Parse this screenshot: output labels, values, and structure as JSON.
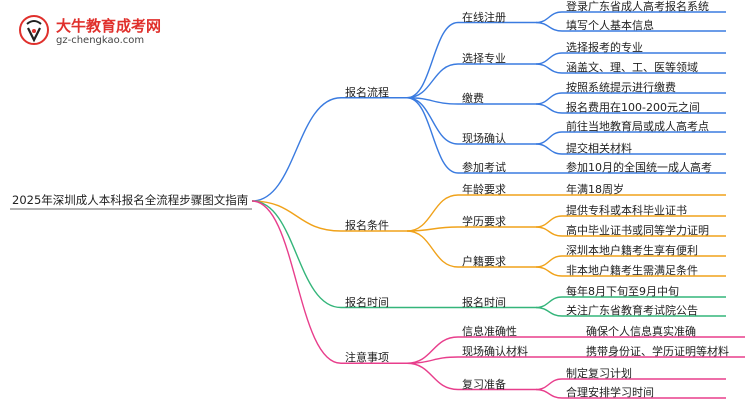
{
  "logo": {
    "title": "大牛教育成考网",
    "url": "gz-chengkao.com"
  },
  "root": "2025年深圳成人本科报名全流程步骤图文指南",
  "colors": {
    "blue": "#3a7be0",
    "orange": "#f0a21a",
    "green": "#34b57a",
    "pink": "#e83e8c"
  },
  "branches": [
    {
      "label": "报名流程",
      "color": "blue",
      "children": [
        {
          "label": "在线注册",
          "leaves": [
            "登录广东省成人高考报名系统",
            "填写个人基本信息"
          ]
        },
        {
          "label": "选择专业",
          "leaves": [
            "选择报考的专业",
            "涵盖文、理、工、医等领域"
          ]
        },
        {
          "label": "缴费",
          "leaves": [
            "按照系统提示进行缴费",
            "报名费用在100-200元之间"
          ]
        },
        {
          "label": "现场确认",
          "leaves": [
            "前往当地教育局或成人高考点",
            "提交相关材料"
          ]
        },
        {
          "label": "参加考试",
          "leaves": [
            "参加10月的全国统一成人高考"
          ]
        }
      ]
    },
    {
      "label": "报名条件",
      "color": "orange",
      "children": [
        {
          "label": "年龄要求",
          "leaves": [
            "年满18周岁"
          ]
        },
        {
          "label": "学历要求",
          "leaves": [
            "提供专科或本科毕业证书",
            "高中毕业证书或同等学力证明"
          ]
        },
        {
          "label": "户籍要求",
          "leaves": [
            "深圳本地户籍考生享有便利",
            "非本地户籍考生需满足条件"
          ]
        }
      ]
    },
    {
      "label": "报名时间",
      "color": "green",
      "children": [
        {
          "label": "报名时间",
          "leaves": [
            "每年8月下旬至9月中旬",
            "关注广东省教育考试院公告"
          ]
        }
      ]
    },
    {
      "label": "注意事项",
      "color": "pink",
      "children": [
        {
          "label": "信息准确性",
          "leaves": [
            "确保个人信息真实准确"
          ]
        },
        {
          "label": "现场确认材料",
          "leaves": [
            "携带身份证、学历证明等材料"
          ]
        },
        {
          "label": "复习准备",
          "leaves": [
            "制定复习计划",
            "合理安排学习时间"
          ]
        }
      ]
    }
  ]
}
